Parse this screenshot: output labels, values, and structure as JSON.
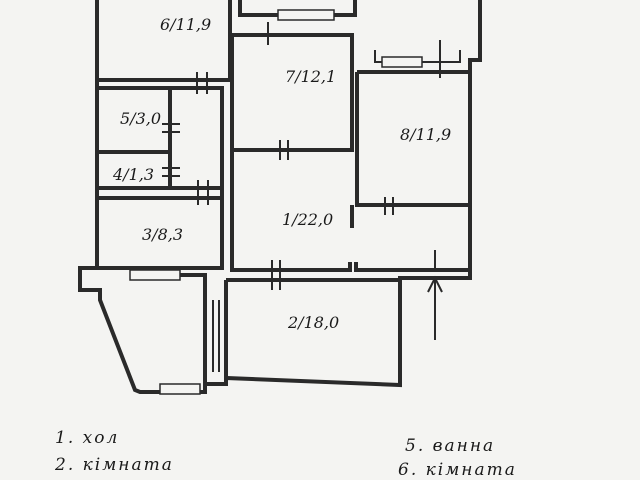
{
  "rooms": [
    {
      "label": "6/11,9"
    },
    {
      "label": "7/12,1"
    },
    {
      "label": "5/3,0"
    },
    {
      "label": "8/11,9"
    },
    {
      "label": "4/1,3"
    },
    {
      "label": "1/22,0"
    },
    {
      "label": "3/8,3"
    },
    {
      "label": "2/18,0"
    }
  ],
  "legend": [
    {
      "text": "1. хол"
    },
    {
      "text": "2. кімната"
    },
    {
      "text": "5. ванна"
    },
    {
      "text": "6. кімната"
    }
  ],
  "colors": {
    "ink": "#2a2a2a",
    "paper": "#f4f4f2"
  },
  "icons": {
    "entrance": "arrow-up-icon"
  }
}
